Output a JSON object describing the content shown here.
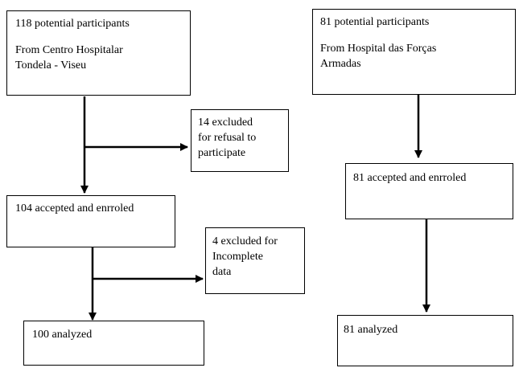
{
  "left_flow": {
    "start": {
      "count": "118 potential participants",
      "source_line1": "From Centro Hospitalar",
      "source_line2": "Tondela - Viseu"
    },
    "excluded_1": {
      "line1": "14 excluded",
      "line2": "for refusal to",
      "line3": "participate"
    },
    "enrolled": {
      "text": "104 accepted and enrroled"
    },
    "excluded_2": {
      "line1": "4 excluded for",
      "line2": "Incomplete",
      "line3": "data"
    },
    "analyzed": {
      "text": "100 analyzed"
    }
  },
  "right_flow": {
    "start": {
      "count": "81 potential participants",
      "source_line1": "From Hospital das Forças",
      "source_line2": "Armadas"
    },
    "enrolled": {
      "text": "81 accepted and enrroled"
    },
    "analyzed": {
      "text": "81  analyzed"
    }
  },
  "colors": {
    "line": "#000000",
    "box_border": "#000000",
    "background": "#ffffff"
  }
}
